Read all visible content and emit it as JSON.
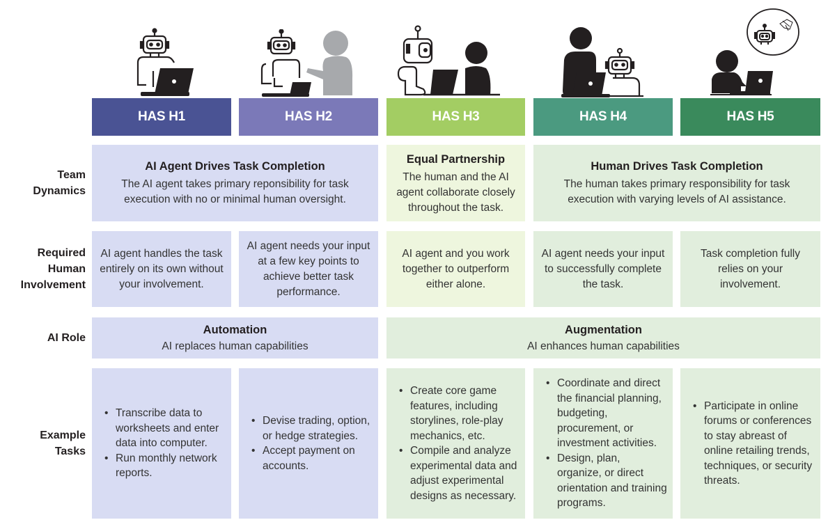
{
  "levels": [
    {
      "id": "H1",
      "label": "HAS H1",
      "color": "#4a5394",
      "illustration": "robot-with-laptop-icon"
    },
    {
      "id": "H2",
      "label": "HAS H2",
      "color": "#7b79b8",
      "illustration": "robot-laptop-gray-human-icon"
    },
    {
      "id": "H3",
      "label": "HAS H3",
      "color": "#a3cd63",
      "illustration": "robot-and-human-sharing-laptop-icon"
    },
    {
      "id": "H4",
      "label": "HAS H4",
      "color": "#4b9a80",
      "illustration": "human-with-laptop-robot-beside-icon"
    },
    {
      "id": "H5",
      "label": "HAS H5",
      "color": "#3a8a5c",
      "illustration": "human-with-laptop-thinking-robot-icon"
    }
  ],
  "row_labels": {
    "team_dynamics": [
      "Team",
      "Dynamics"
    ],
    "human_involvement": [
      "Required",
      "Human",
      "Involvement"
    ],
    "ai_role": [
      "AI Role"
    ],
    "example_tasks": [
      "Example",
      "Tasks"
    ]
  },
  "team_dynamics": {
    "ai_driven": {
      "title": "AI Agent Drives Task Completion",
      "text": "The AI agent takes primary reponsibility for task execution with no or minimal human oversight."
    },
    "equal": {
      "title": "Equal Partnership",
      "text": "The human and the AI agent collaborate closely throughout the task."
    },
    "human_driven": {
      "title": "Human Drives Task Completion",
      "text": "The human takes primary responsibility for task execution with varying levels of AI assistance."
    }
  },
  "human_involvement": [
    "AI agent handles the task entirely on its own without your involvement.",
    "AI agent needs your input at a few key points to achieve better task performance.",
    "AI agent and you work together to outperform either alone.",
    "AI agent needs your input to successfully complete the task.",
    "Task completion fully relies on your involvement."
  ],
  "ai_role": {
    "automation": {
      "title": "Automation",
      "text": "AI replaces human capabilities"
    },
    "augmentation": {
      "title": "Augmentation",
      "text": "AI enhances human capabilities"
    }
  },
  "example_tasks": [
    [
      "Transcribe data to worksheets and enter data into computer.",
      "Run monthly network reports."
    ],
    [
      "Devise trading, option, or hedge strategies.",
      "Accept payment on accounts."
    ],
    [
      "Create core game features, including storylines, role-play mechanics, etc.",
      "Compile and analyze experimental data and adjust experimental designs as necessary."
    ],
    [
      "Coordinate and direct the financial planning, budgeting, procurement, or investment activities.",
      "Design, plan, organize, or direct orientation and training programs."
    ],
    [
      "Participate in online forums or conferences to stay abreast of online retailing trends, techniques, or security threats."
    ]
  ]
}
